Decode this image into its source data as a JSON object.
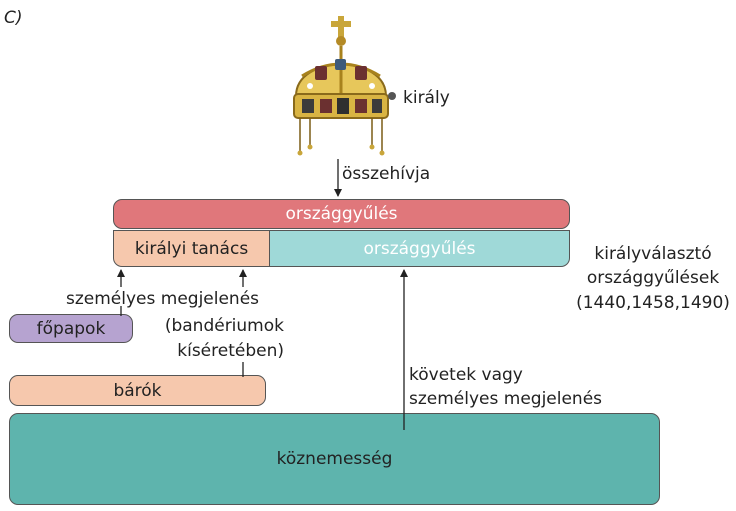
{
  "figure_label": "C)",
  "king_label": "király",
  "summons_label": "összehívja",
  "parliament_header": "országgyűlés",
  "royal_council": "királyi tanács",
  "parliament_inner": "országgyűlés",
  "electoral_parliaments": [
    "királyválasztó",
    "országgyűlések",
    "(1440,1458,1490)"
  ],
  "personal_appearance": "személyes megjelenés",
  "banderium": [
    "(bandériumok",
    "kíséretében)"
  ],
  "prelates": "főpapok",
  "barons": "bárók",
  "envoys": [
    "követek vagy",
    "személyes megjelenés"
  ],
  "lesser_nobility": "köznemesség",
  "colors": {
    "parliament_header": "#e0777b",
    "royal_council": "#f6c8ad",
    "parliament_inner": "#9fd9d8",
    "prelates": "#b6a3d0",
    "barons": "#f6c8ad",
    "lesser_nobility": "#5eb4ad"
  },
  "icons": [
    "holy-crown-icon"
  ]
}
